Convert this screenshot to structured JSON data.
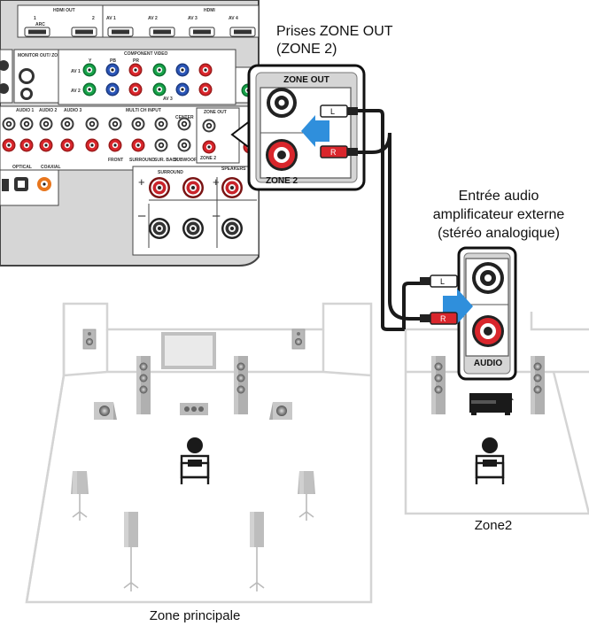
{
  "callouts": {
    "zone_out_jacks_line1": "Prises ZONE OUT",
    "zone_out_jacks_line2": "(ZONE 2)",
    "ext_amp_line1": "Entrée audio",
    "ext_amp_line2": "amplificateur externe",
    "ext_amp_line3": "(stéréo analogique)"
  },
  "zoom_panel": {
    "title": "ZONE OUT",
    "footer": "ZONE 2"
  },
  "plugs": {
    "left": "L",
    "right": "R"
  },
  "amp_panel": {
    "label": "AUDIO"
  },
  "zones": {
    "main": "Zone principale",
    "zone2": "Zone2"
  },
  "receiver": {
    "hdmi_out": "HDMI OUT",
    "hdmi": "HDMI",
    "monitor_out": "MONITOR OUT/ ZONE OUT",
    "component_video": "COMPONENT VIDEO",
    "multi_ch_input": "MULTI CH INPUT",
    "zone_out": "ZONE OUT",
    "surround": "SURROUND",
    "front": "FRONT",
    "sur_back": "SUR. BACK",
    "subwoofer": "SUBWOOFER",
    "center": "CENTER",
    "zone2": "ZONE 2",
    "optical": "OPTICAL",
    "coaxial": "COAXIAL",
    "audio1": "AUDIO 1",
    "audio2": "AUDIO 2",
    "audio3": "AUDIO 3",
    "av1": "AV 1",
    "av2": "AV 2",
    "av3": "AV 3",
    "av4": "AV 4",
    "ports_1": "1",
    "ports_2": "2",
    "arc": "ARC",
    "y": "Y",
    "pb": "PB",
    "pr": "PR",
    "speakers": "SPEAKERS"
  },
  "colors": {
    "cable": "#1a1a1a",
    "arrow": "#2f8fdc",
    "rca_red": "#d9262c",
    "rca_green": "#17a34a",
    "rca_blue": "#2b56b8",
    "room_line": "#d4d4d4",
    "panel_bg": "#d5d5d5"
  }
}
